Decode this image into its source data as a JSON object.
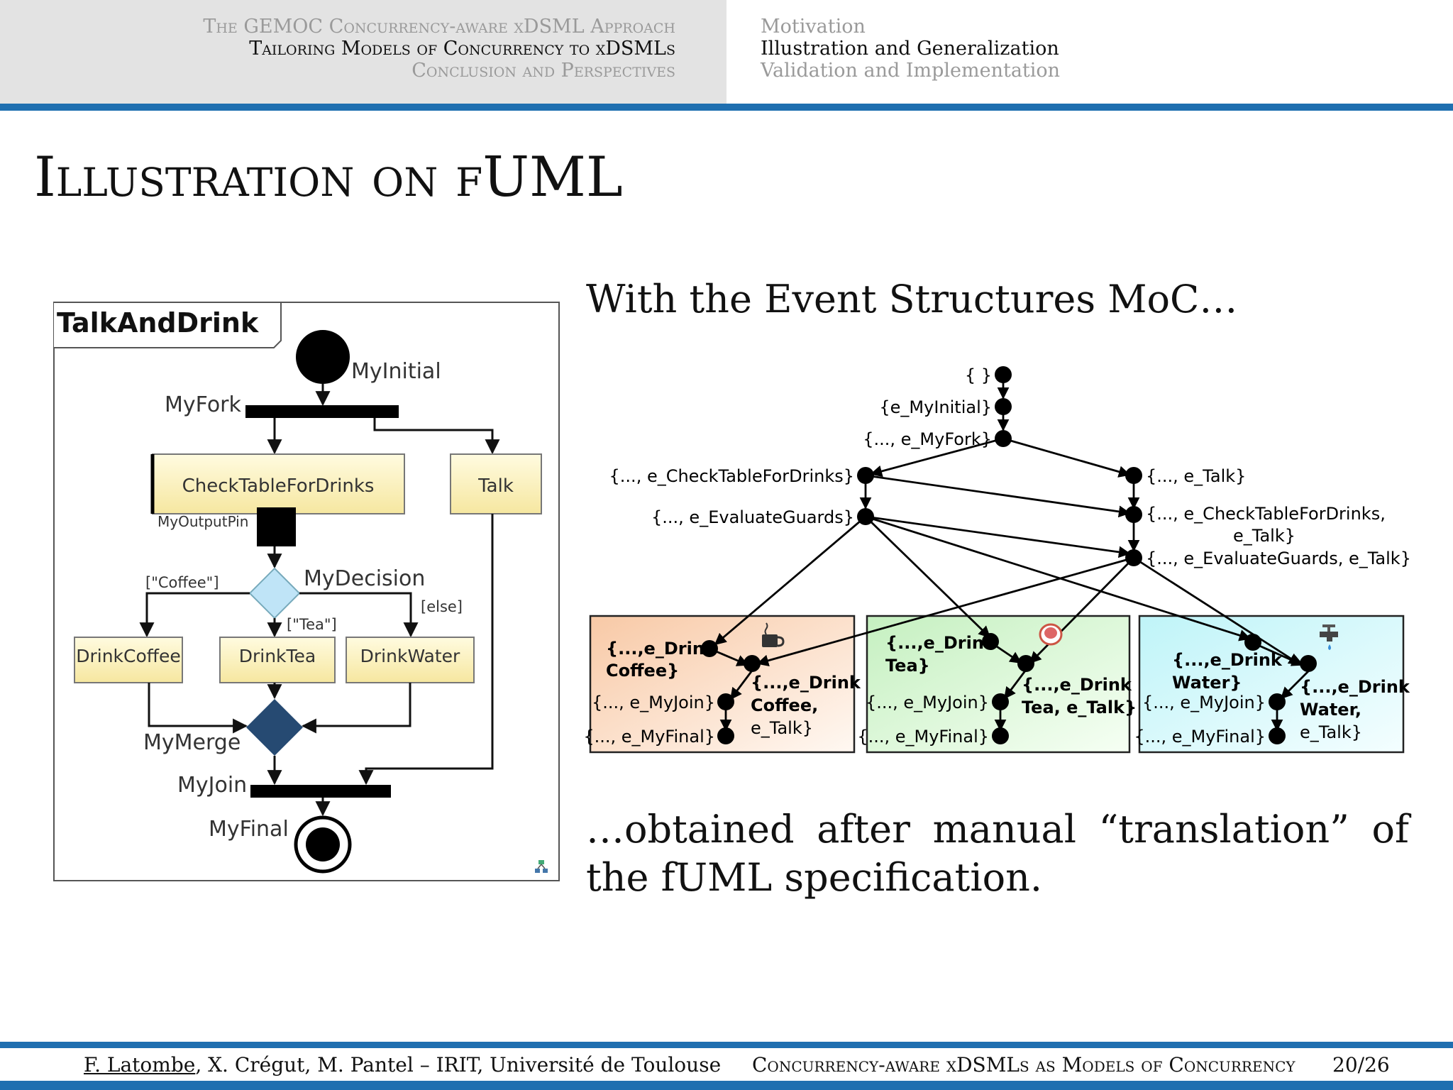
{
  "header": {
    "sections": [
      "The GEMOC Concurrency-aware xDSML Approach",
      "Tailoring Models of Concurrency to xDSMLs",
      "Conclusion and Perspectives"
    ],
    "active_section": 1,
    "subsections": [
      "Motivation",
      "Illustration and Generalization",
      "Validation and Implementation"
    ],
    "active_subsection": 1
  },
  "slide": {
    "title": "Illustration on fUML",
    "lead": "With the Event Structures MoC…",
    "conclusion": "…obtained after manual “translation” of the fUML specification."
  },
  "activity": {
    "name": "TalkAndDrink",
    "initial": "MyInitial",
    "fork": "MyFork",
    "check": "CheckTableForDrinks",
    "talk": "Talk",
    "pin": "MyOutputPin",
    "decision": "MyDecision",
    "guard_coffee": "[\"Coffee\"]",
    "guard_tea": "[\"Tea\"]",
    "guard_else": "[else]",
    "drink_coffee": "DrinkCoffee",
    "drink_tea": "DrinkTea",
    "drink_water": "DrinkWater",
    "merge": "MyMerge",
    "join": "MyJoin",
    "final": "MyFinal"
  },
  "event_structure": {
    "empty": "{ }",
    "initial": "{e_MyInitial}",
    "fork": "{..., e_MyFork}",
    "check": "{..., e_CheckTableForDrinks}",
    "talk": "{..., e_Talk}",
    "evaluate": "{..., e_EvaluateGuards}",
    "check_talk_1": "{..., e_CheckTableForDrinks,",
    "check_talk_2": "e_Talk}",
    "evaluate_talk": "{..., e_EvaluateGuards, e_Talk}",
    "coffee_1": "{...,e_Drink",
    "coffee_2": "Coffee}",
    "coffee_talk_1": "{...,e_Drink",
    "coffee_talk_2": "Coffee,",
    "coffee_talk_3": "e_Talk}",
    "tea_1": "{...,e_Drink",
    "tea_2": "Tea}",
    "tea_talk_1": "{...,e_Drink",
    "tea_talk_2": "Tea, e_Talk}",
    "water_1": "{...,e_Drink",
    "water_2": "Water}",
    "water_talk_1": "{...,e_Drink",
    "water_talk_2": "Water,",
    "water_talk_3": "e_Talk}",
    "join": "{..., e_MyJoin}",
    "final": "{..., e_MyFinal}",
    "colors": {
      "coffee": "#f8c9a6",
      "tea": "#c5f0c0",
      "water": "#bff4f8"
    },
    "icons": [
      "coffee-cup-icon",
      "tea-cup-icon",
      "water-tap-icon"
    ]
  },
  "footer": {
    "presenter": "F. Latombe",
    "authors_rest": ", X. Crégut, M. Pantel – IRIT, Université de Toulouse",
    "talk_title": "Concurrency-aware xDSMLs as Models of Concurrency",
    "page": "20/26"
  }
}
